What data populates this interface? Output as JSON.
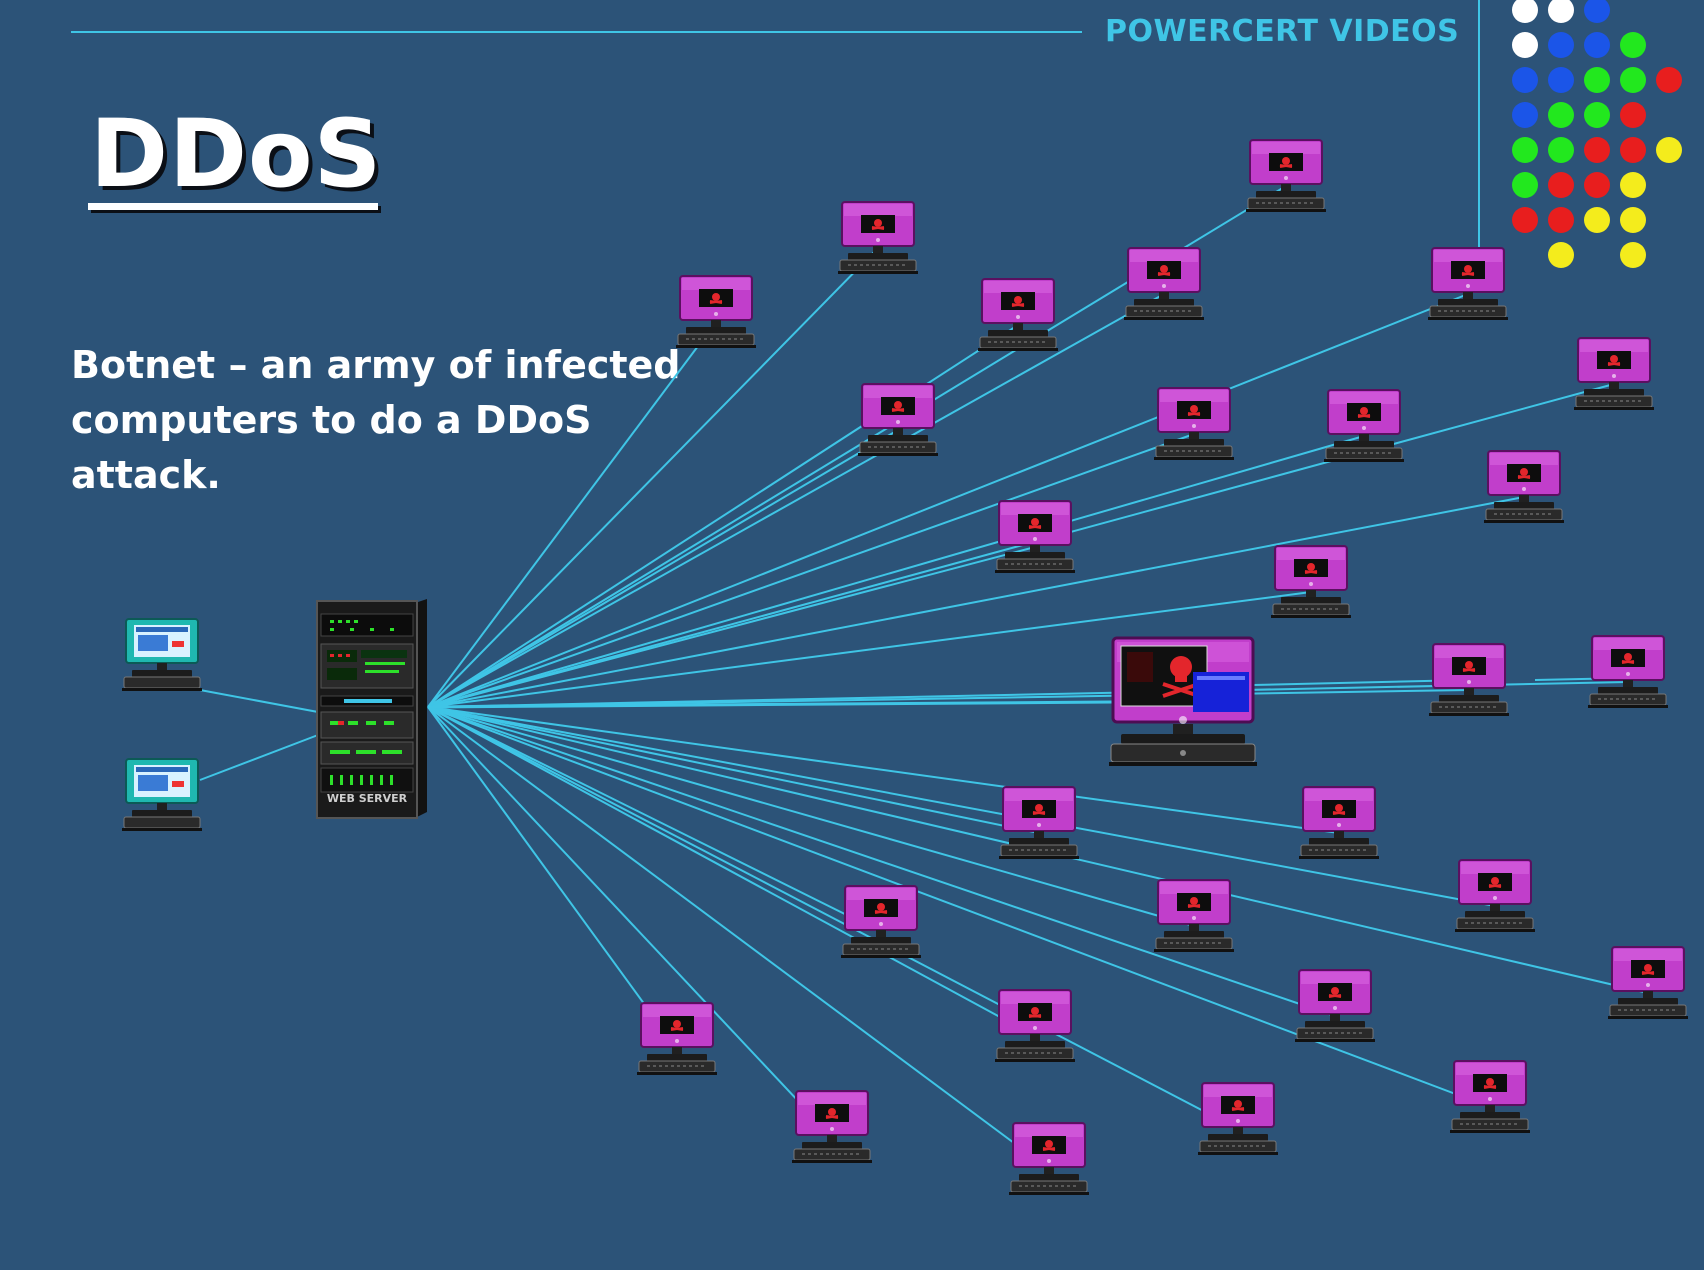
{
  "header": {
    "brand": "POWERCERT VIDEOS"
  },
  "slide": {
    "title": "DDoS",
    "description": "Botnet – an army of infected computers to do a DDoS attack."
  },
  "server": {
    "label": "WEB SERVER"
  },
  "colors": {
    "background": "#2c5378",
    "accent": "#3fc5e6",
    "bot": "#b52fc0",
    "client": "#1fb8b0",
    "dot_white": "#ffffff",
    "dot_blue": "#1b55e8",
    "dot_green": "#22e81e",
    "dot_red": "#e81e1e",
    "dot_yellow": "#f4ec1c"
  },
  "dot_grid": [
    [
      "white",
      "white",
      "blue",
      null,
      null
    ],
    [
      "white",
      "blue",
      "blue",
      "green",
      null
    ],
    [
      "blue",
      "blue",
      "green",
      "green",
      "red"
    ],
    [
      "blue",
      "green",
      "green",
      "red",
      null
    ],
    [
      "green",
      "green",
      "red",
      "red",
      "yellow"
    ],
    [
      "green",
      "red",
      "red",
      "yellow",
      null
    ],
    [
      "red",
      "red",
      "yellow",
      "yellow",
      null
    ],
    [
      null,
      "yellow",
      null,
      "yellow",
      null
    ]
  ],
  "icons": {
    "server": "web-server-rack-icon",
    "client": "client-computer-icon",
    "bot": "infected-computer-skull-icon",
    "botmaster": "attacker-computer-icon"
  }
}
